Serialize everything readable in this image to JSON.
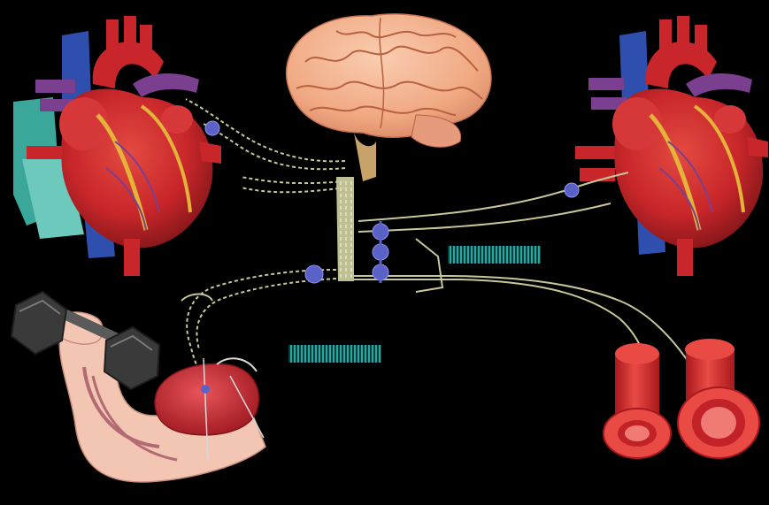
{
  "diagram": {
    "description_visible_text": "",
    "background_color": "#000000",
    "nodes": [
      {
        "id": "brain",
        "label": ""
      },
      {
        "id": "heart-left",
        "label": ""
      },
      {
        "id": "heart-right",
        "label": ""
      },
      {
        "id": "exercising-arm",
        "label": ""
      },
      {
        "id": "blood-vessels",
        "label": ""
      },
      {
        "id": "spinal-cord",
        "label": ""
      }
    ],
    "signal_bars": [
      {
        "id": "signal-upper",
        "color": "#2aa8a0"
      },
      {
        "id": "signal-lower",
        "color": "#2aa8a0"
      }
    ],
    "colors": {
      "heart_red": "#c8262a",
      "heart_dark": "#8e1a1e",
      "vein_blue": "#2f4fae",
      "vessel_purple": "#7b3f8f",
      "fat_yellow": "#e3b33a",
      "brain_peach": "#f2b08c",
      "nerve": "#c9c79a",
      "ganglion": "#5a62c8",
      "skin": "#f3c6b3",
      "dumbbell": "#3a3a3a",
      "teal": "#3aa79a"
    }
  }
}
